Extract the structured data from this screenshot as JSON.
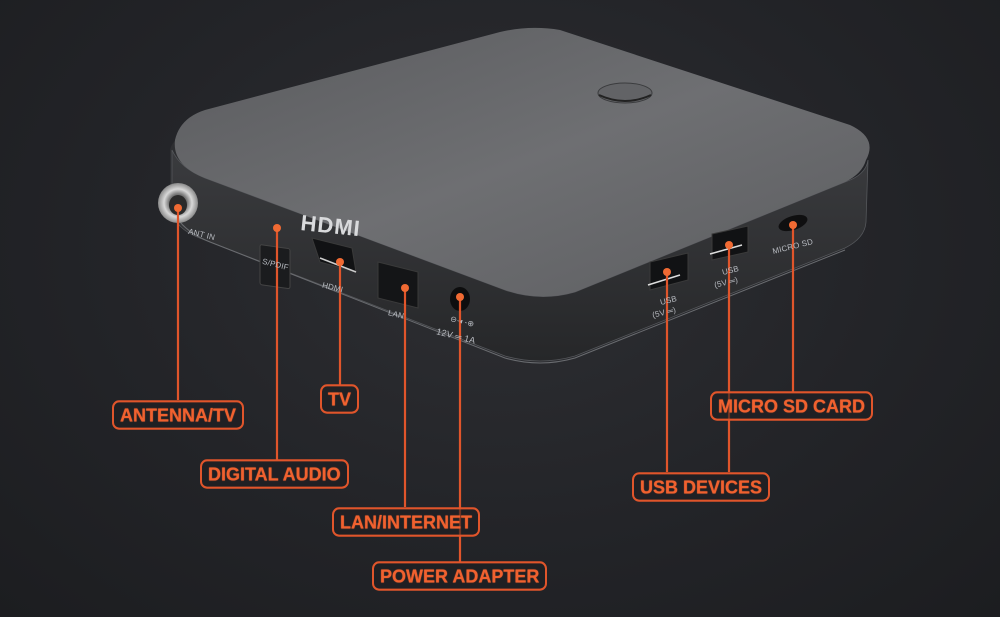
{
  "diagram": {
    "accent_color": "#e0552b",
    "device": {
      "name": "set-top-box",
      "hdmi_logo": "HDMI",
      "port_labels": {
        "ant_in": "ANT IN",
        "spdif": "S/PDIF",
        "hdmi": "HDMI",
        "lan": "LAN",
        "power_spec_top": "⊖-◐-⊕",
        "power_spec": "12V ═ 1A",
        "usb1": "USB",
        "usb1_spec": "(5V ═)",
        "usb2": "USB",
        "usb2_spec": "(5V ═)",
        "micro_sd": "MICRO SD"
      }
    },
    "callouts": [
      {
        "id": "antenna",
        "label": "ANTENNA/TV"
      },
      {
        "id": "tv",
        "label": "TV"
      },
      {
        "id": "digital-audio",
        "label": "DIGITAL AUDIO"
      },
      {
        "id": "lan",
        "label": "LAN/INTERNET"
      },
      {
        "id": "power",
        "label": "POWER ADAPTER"
      },
      {
        "id": "usb",
        "label": "USB DEVICES"
      },
      {
        "id": "microsd",
        "label": "MICRO SD CARD"
      }
    ]
  }
}
